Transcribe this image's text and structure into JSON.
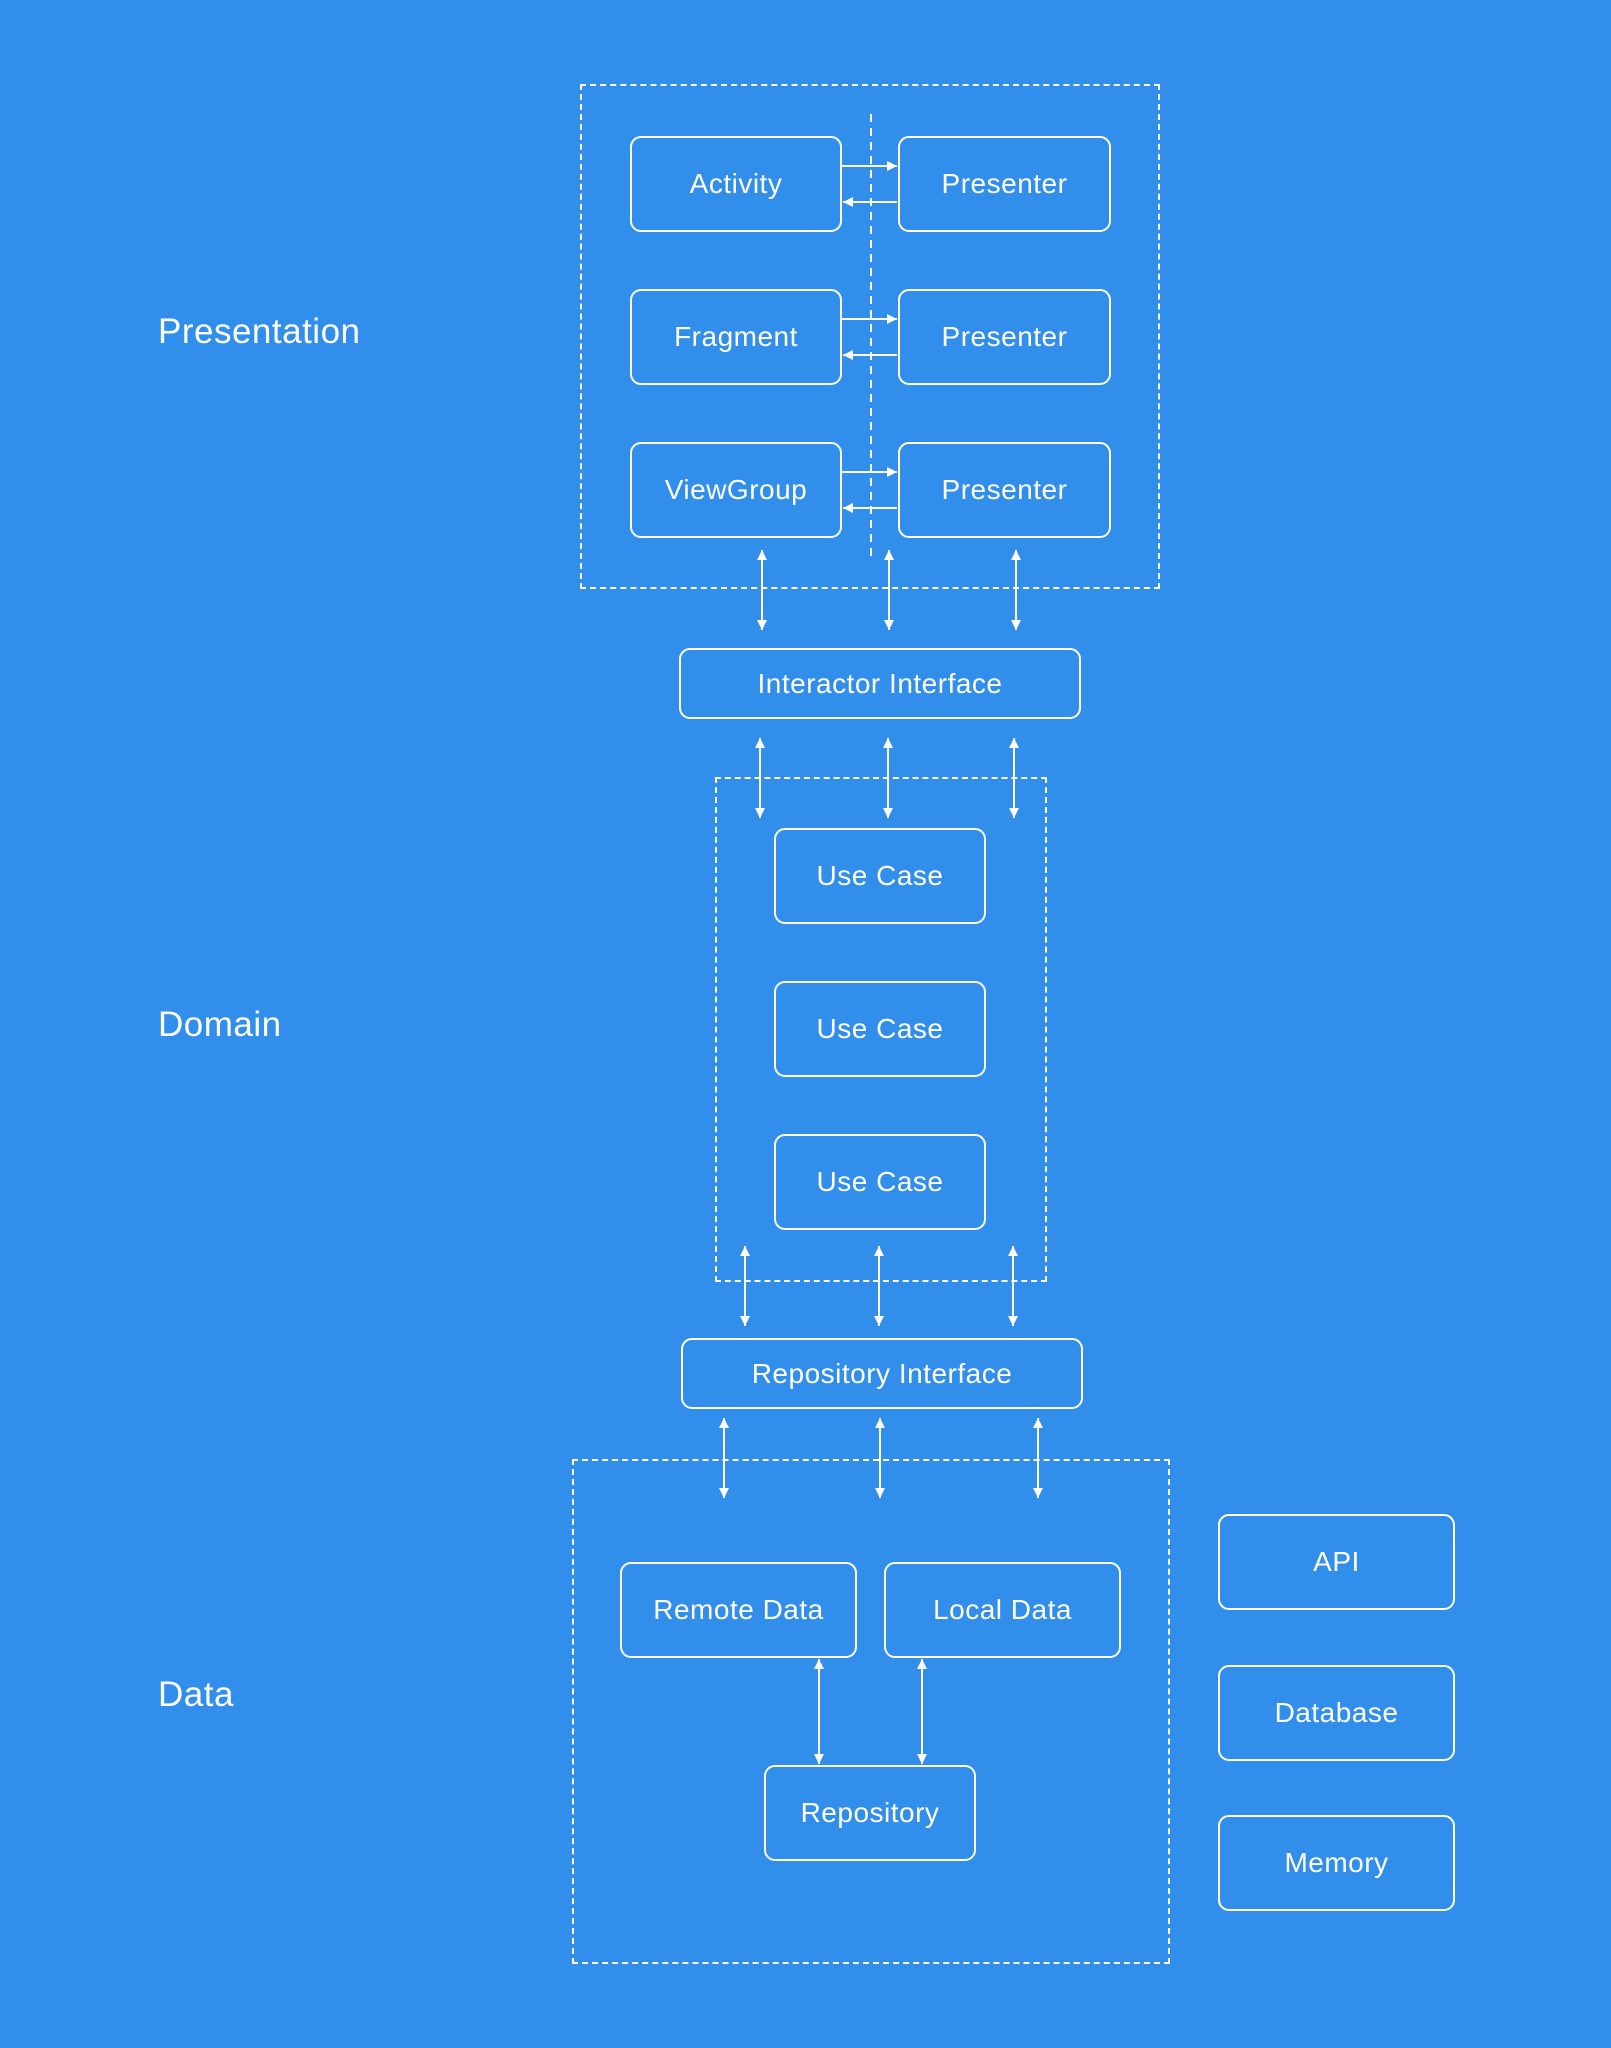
{
  "layers": {
    "presentation": "Presentation",
    "domain": "Domain",
    "data": "Data"
  },
  "presentation": {
    "views": [
      "Activity",
      "Fragment",
      "ViewGroup"
    ],
    "presenters": [
      "Presenter",
      "Presenter",
      "Presenter"
    ]
  },
  "interactor_interface": "Interactor Interface",
  "domain": {
    "use_cases": [
      "Use Case",
      "Use Case",
      "Use Case"
    ]
  },
  "repository_interface": "Repository Interface",
  "data": {
    "remote_data": "Remote Data",
    "local_data": "Local Data",
    "repository": "Repository"
  },
  "sources": [
    "API",
    "Database",
    "Memory"
  ],
  "colors": {
    "background": "#318eea",
    "stroke": "#ffffff"
  }
}
